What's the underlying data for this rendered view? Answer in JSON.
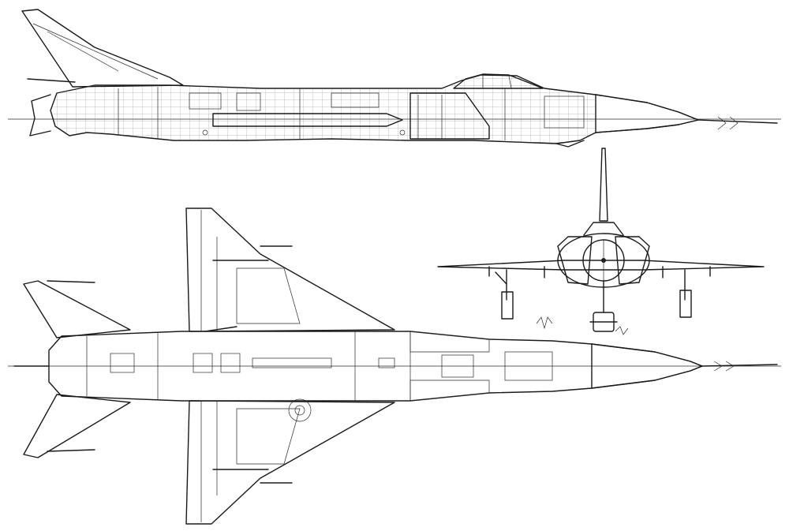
{
  "drawing": {
    "ink_color": "#1a1a1a",
    "paper_color": "#ffffff",
    "views": {
      "side": {
        "icon": "aircraft-side-view"
      },
      "top": {
        "icon": "aircraft-top-view"
      },
      "front": {
        "icon": "aircraft-front-view"
      }
    }
  }
}
